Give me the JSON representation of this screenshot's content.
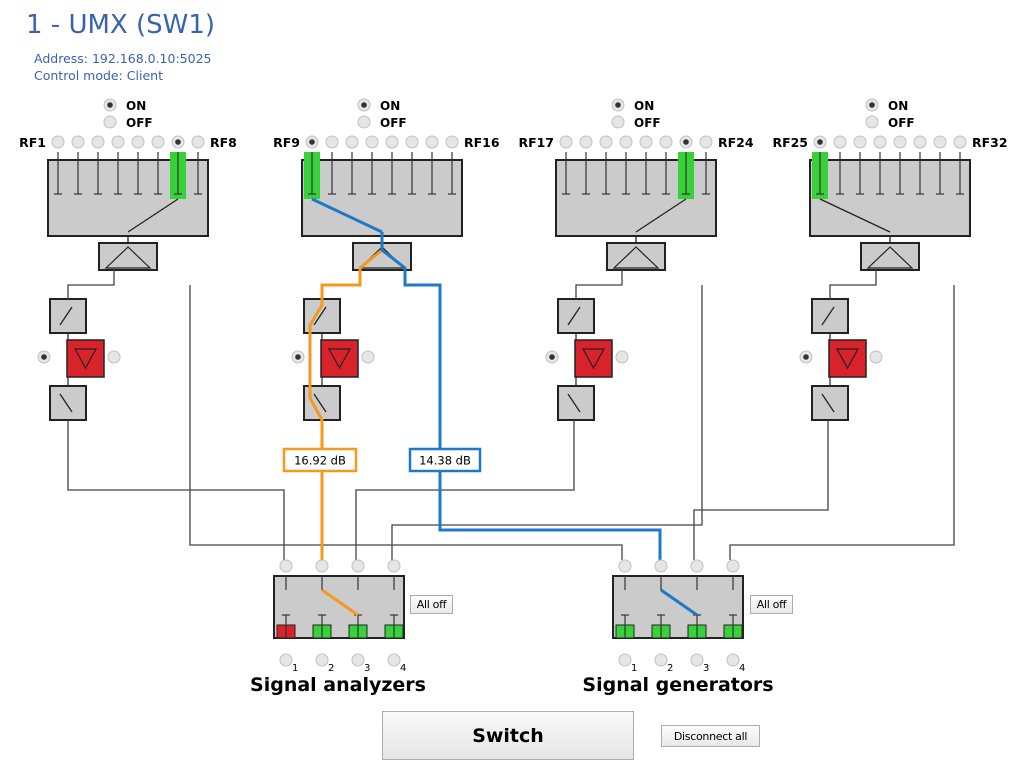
{
  "header": {
    "title": "1 - UMX (SW1)",
    "address": "Address: 192.168.0.10:5025",
    "control_mode": "Control mode: Client"
  },
  "switch_modules": [
    {
      "power_on_label": "ON",
      "power_off_label": "OFF",
      "power_state": "ON",
      "port_first": "RF1",
      "port_last": "RF8",
      "active_port_index": 6
    },
    {
      "power_on_label": "ON",
      "power_off_label": "OFF",
      "power_state": "ON",
      "port_first": "RF9",
      "port_last": "RF16",
      "active_port_index": 0
    },
    {
      "power_on_label": "ON",
      "power_off_label": "OFF",
      "power_state": "ON",
      "port_first": "RF17",
      "port_last": "RF24",
      "active_port_index": 6
    },
    {
      "power_on_label": "ON",
      "power_off_label": "OFF",
      "power_state": "ON",
      "port_first": "RF25",
      "port_last": "RF32",
      "active_port_index": 0
    }
  ],
  "paths": [
    {
      "label": "16.92 dB",
      "color": "#f39a1e"
    },
    {
      "label": "14.38 dB",
      "color": "#1f78c8"
    }
  ],
  "signal_analyzers": {
    "label": "Signal analyzers",
    "all_off_label": "All off",
    "ports": [
      "1",
      "2",
      "3",
      "4"
    ],
    "port_states": [
      "off",
      "on",
      "on",
      "on"
    ]
  },
  "signal_generators": {
    "label": "Signal generators",
    "all_off_label": "All off",
    "ports": [
      "1",
      "2",
      "3",
      "4"
    ],
    "port_states": [
      "on",
      "on",
      "on",
      "on"
    ]
  },
  "actions": {
    "switch_label": "Switch",
    "disconnect_all_label": "Disconnect all"
  },
  "colors": {
    "accent": "#3a62b3",
    "active_port": "#39d13a",
    "amplifier": "#d9232a",
    "path_orange": "#f39a1e",
    "path_blue": "#1f78c8",
    "box_fill": "#cbcbcb"
  }
}
